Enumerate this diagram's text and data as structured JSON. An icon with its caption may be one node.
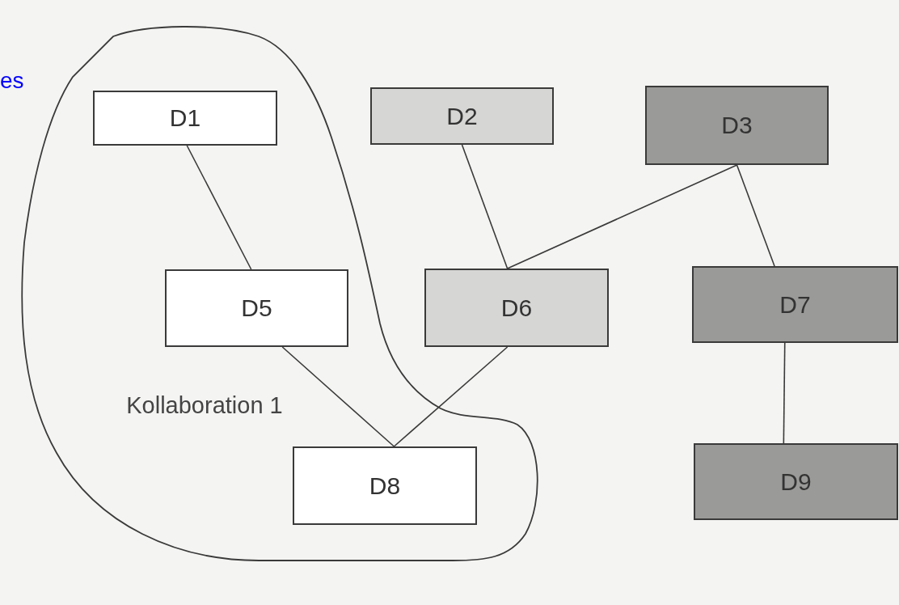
{
  "diagram": {
    "nodes": [
      {
        "text": [
          "Kollaboration 1"
        ]
      },
      {
        "text": [
          "D1"
        ],
        "in": 0
      },
      {
        "text": [
          "D2"
        ]
      },
      {
        "text": [
          "D3"
        ]
      },
      {
        "text": [
          "D5"
        ],
        "in": 0
      },
      {
        "text": [
          "D6"
        ]
      },
      {
        "text": [
          "D7"
        ]
      },
      {
        "text": [
          "D8"
        ],
        "in": 0
      },
      {
        "text": [
          "D9"
        ]
      }
    ],
    "edges": [
      {
        "from": 1,
        "to": 4,
        "arrow": "none"
      },
      {
        "from": 2,
        "to": 5,
        "arrow": "none"
      },
      {
        "from": 3,
        "to": 5,
        "arrow": "none"
      },
      {
        "from": 3,
        "to": 6,
        "arrow": "none"
      },
      {
        "from": 4,
        "to": 7,
        "arrow": "none"
      },
      {
        "from": 5,
        "to": 7,
        "arrow": "none"
      },
      {
        "from": 6,
        "to": 8,
        "arrow": "none"
      }
    ],
    "labels": [
      "es"
    ]
  }
}
